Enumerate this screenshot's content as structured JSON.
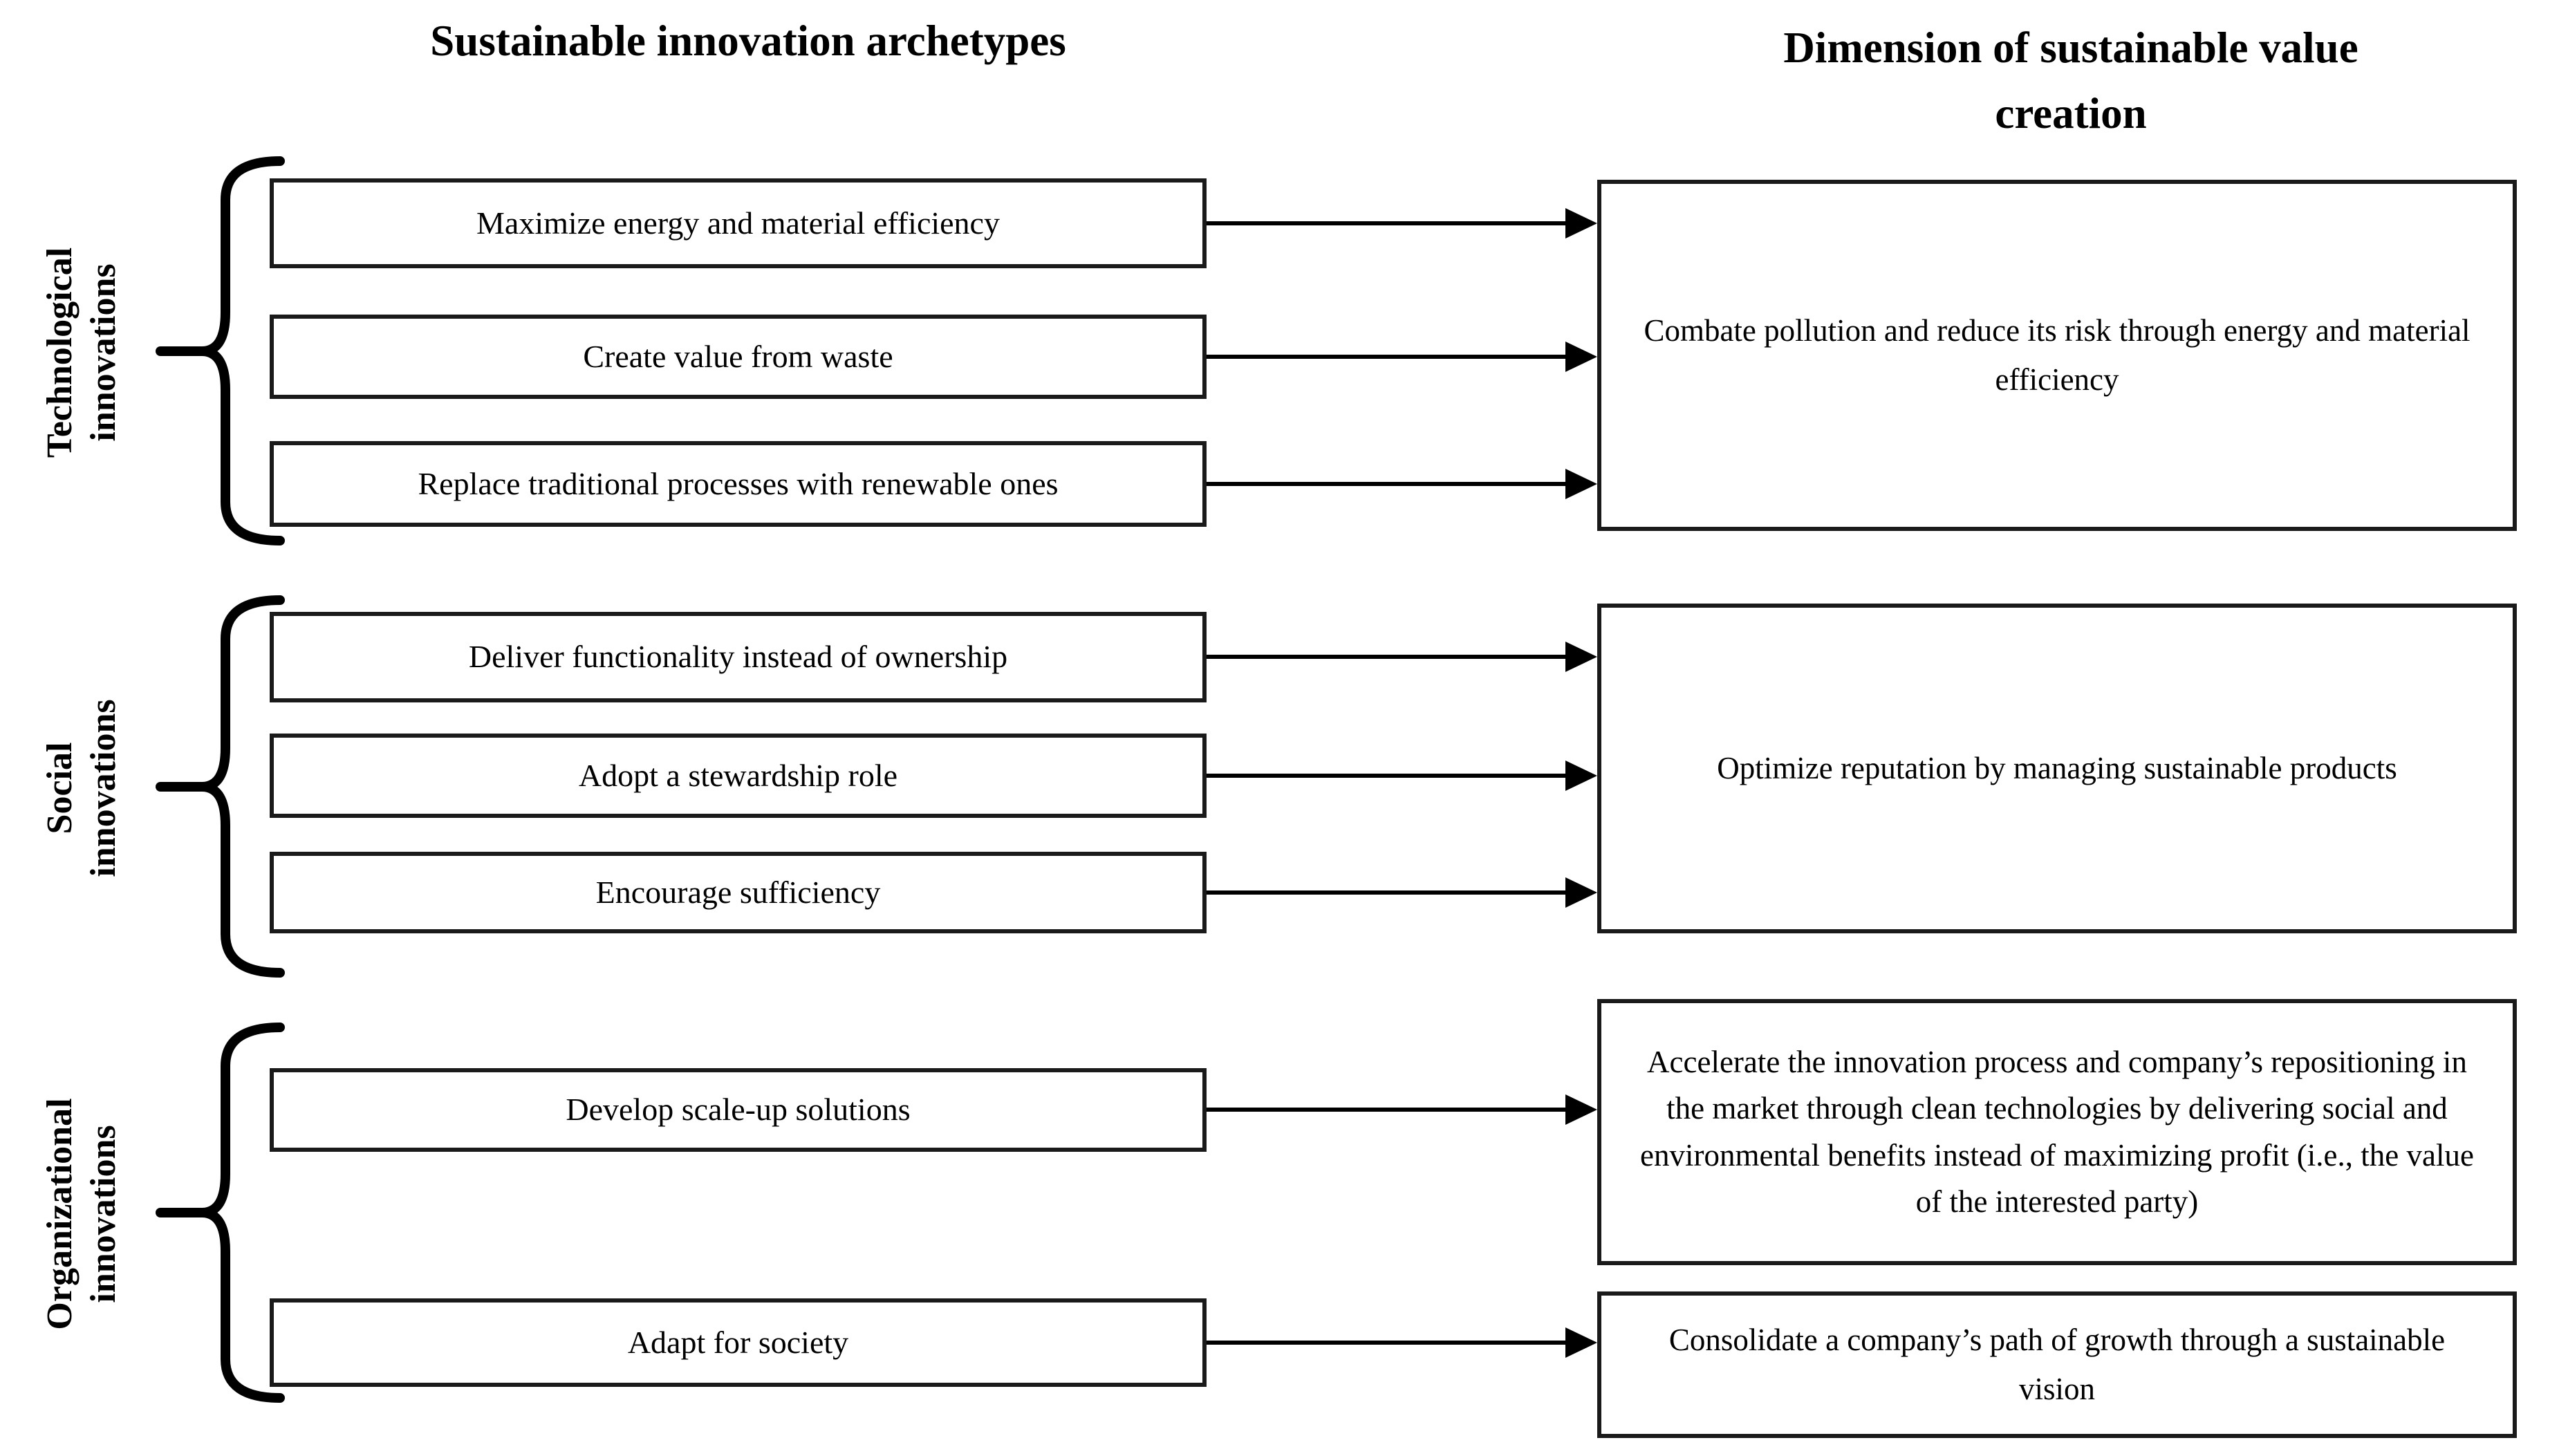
{
  "page": {
    "background_color": "#ffffff",
    "line_color": "#000000",
    "box_border_color": "#1a1a1a"
  },
  "titles": {
    "left": "Sustainable innovation archetypes",
    "right": "Dimension of sustainable value creation"
  },
  "groups": [
    {
      "label_line1": "Technological",
      "label_line2": "innovations",
      "archetypes": [
        "Maximize energy and material efficiency",
        "Create value from waste",
        "Replace traditional processes with renewable ones"
      ]
    },
    {
      "label_line1": "Social",
      "label_line2": "innovations",
      "archetypes": [
        "Deliver functionality instead of ownership",
        "Adopt a stewardship role",
        "Encourage sufficiency"
      ]
    },
    {
      "label_line1": "Organizational",
      "label_line2": "innovations",
      "archetypes": [
        "Develop scale-up solutions",
        "Adapt for society"
      ]
    }
  ],
  "outcomes": [
    "Combate pollution and reduce its risk through energy and material efficiency",
    "Optimize reputation by managing sustainable products",
    "Accelerate the innovation process and company’s repositioning in the market through clean technologies by delivering social and environmental benefits instead of maximizing profit (i.e., the value of the interested party)",
    "Consolidate a company’s path of growth through a sustainable vision"
  ]
}
